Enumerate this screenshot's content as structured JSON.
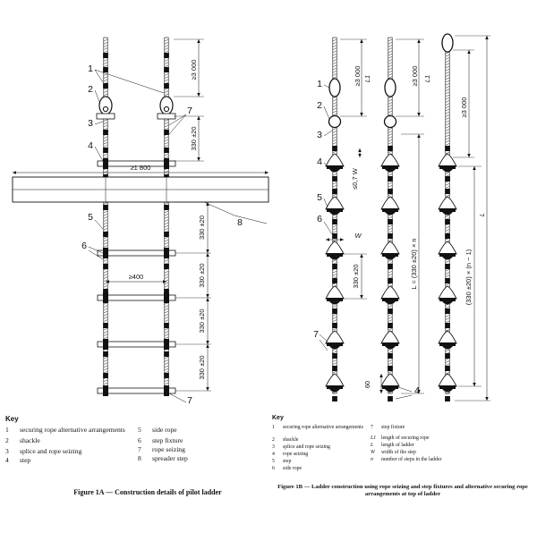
{
  "figure_a": {
    "callouts": [
      "1",
      "2",
      "3",
      "7",
      "4",
      "8",
      "5",
      "6"
    ],
    "dims": {
      "securing_length": "≥3 000",
      "first_step_spacing": "330 ±20",
      "spreader_width": "≥1 800",
      "step_width": "≥400",
      "step_spacing": "330 ±20",
      "bottom_callout": "7"
    },
    "key_title": "Key",
    "key": [
      {
        "n": "1",
        "t": "securing rope alternative arrangements"
      },
      {
        "n": "2",
        "t": "shackle"
      },
      {
        "n": "3",
        "t": "splice and rope seizing"
      },
      {
        "n": "4",
        "t": "step"
      },
      {
        "n": "5",
        "t": "side rope"
      },
      {
        "n": "6",
        "t": "step fixture"
      },
      {
        "n": "7",
        "t": "rope seizing"
      },
      {
        "n": "8",
        "t": "spreader step"
      }
    ],
    "caption": "Figure 1A — Construction details of pilot ladder"
  },
  "figure_b": {
    "callouts": [
      "1",
      "2",
      "3",
      "4",
      "5",
      "6",
      "7",
      "4"
    ],
    "dims": {
      "sec_a": "≥3 000",
      "sec_a_sym": "L1",
      "sec_b": "≥3 000",
      "sec_b_sym": "L1",
      "sec_c": "≥3 000",
      "w_gap": "≤0,7 W",
      "w_label": "W",
      "spacing": "330 ±20",
      "bottom": "60",
      "total_a": "L = (330 ±20) × n",
      "total_b": "(330 ±20) × (n − 1)",
      "l_sym": "L"
    },
    "key_title": "Key",
    "key": [
      {
        "n": "1",
        "t": "securing rope alternative arrangements"
      },
      {
        "n": "2",
        "t": "shackle"
      },
      {
        "n": "3",
        "t": "splice and rope seizing"
      },
      {
        "n": "4",
        "t": "rope seizing"
      },
      {
        "n": "5",
        "t": "step"
      },
      {
        "n": "6",
        "t": "side rope"
      },
      {
        "n": "7",
        "t": "step fixture"
      },
      {
        "n": "L1",
        "t": "length of securing rope"
      },
      {
        "n": "L",
        "t": "length of ladder"
      },
      {
        "n": "W",
        "t": "width of the step"
      },
      {
        "n": "n",
        "t": "number of steps in the ladder"
      }
    ],
    "caption": "Figure 1B — Ladder construction using rope seizing and step fixtures and alternative securing rope arrangements at top of ladder"
  }
}
